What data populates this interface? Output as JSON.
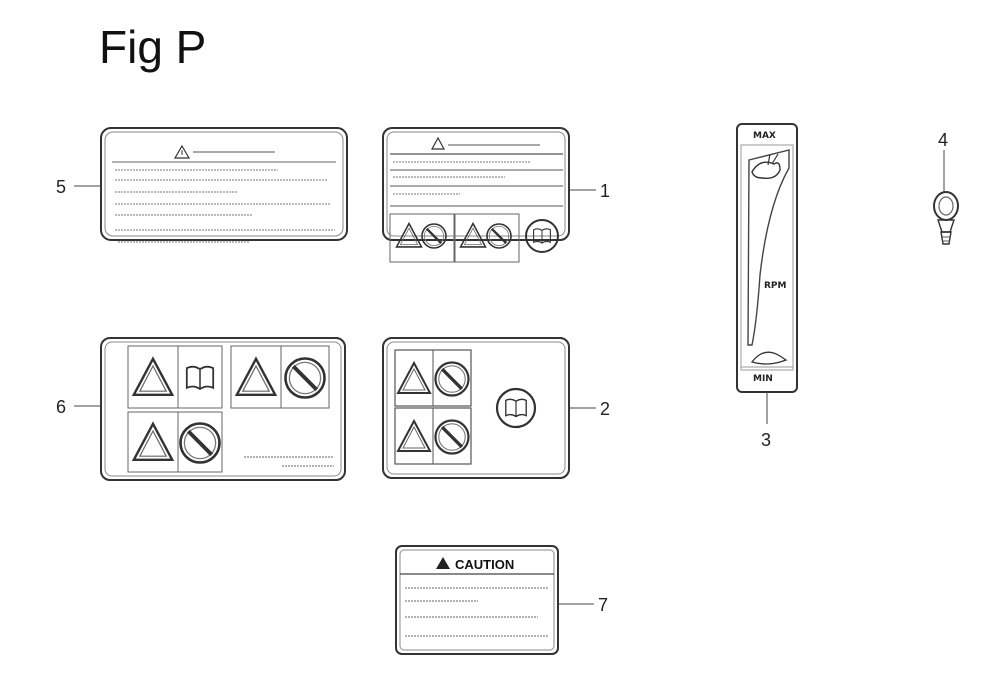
{
  "figure": {
    "title": "Fig P"
  },
  "callouts": {
    "c1": "1",
    "c2": "2",
    "c3": "3",
    "c4": "4",
    "c5": "5",
    "c6": "6",
    "c7": "7"
  },
  "decal3": {
    "max": "MAX",
    "rpm": "RPM",
    "min": "MIN"
  },
  "decal7": {
    "heading": "CAUTION"
  }
}
